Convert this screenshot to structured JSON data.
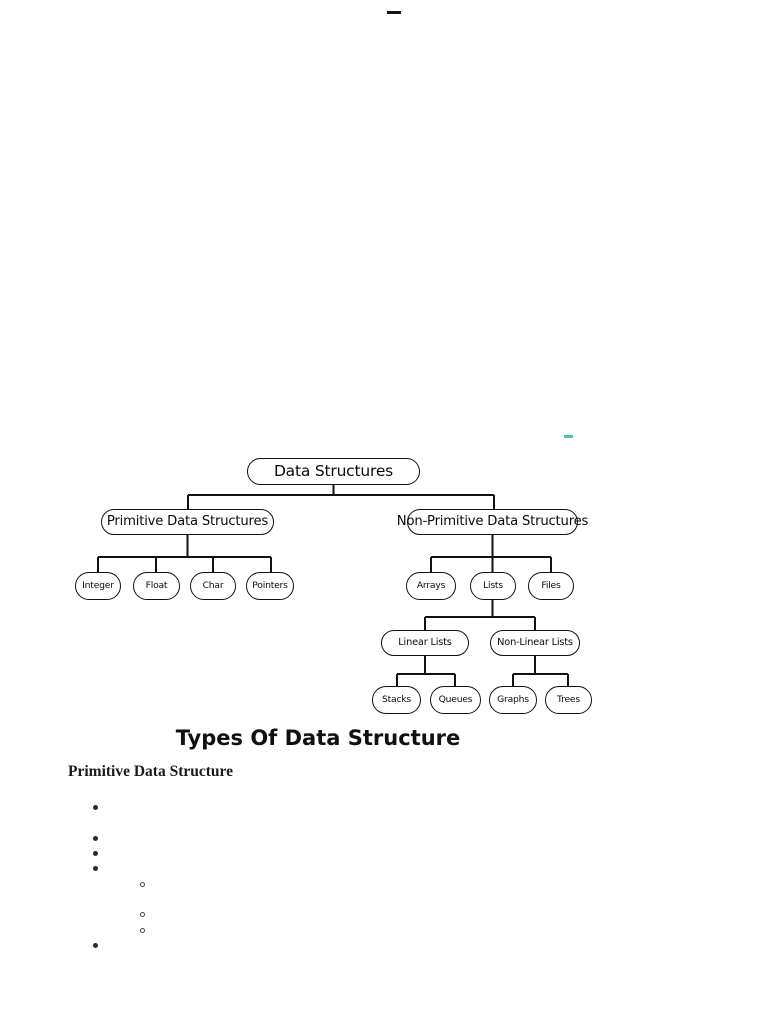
{
  "document": {
    "heading": "Types Of Data Structure",
    "subheading": "Primitive Data Structure",
    "top_mark": "horizontal-dash-mark",
    "green_mark_color": "#2ec08c"
  },
  "diagram": {
    "title": "Data Structures hierarchy chart",
    "line_color": "#111111",
    "node_fill": "#ffffff",
    "nodes": {
      "root": "Data Structures",
      "primitive": "Primitive Data Structures",
      "non_primitive": "Non-Primitive Data Structures",
      "integer": "Integer",
      "float": "Float",
      "char": "Char",
      "pointers": "Pointers",
      "arrays": "Arrays",
      "lists": "Lists",
      "files": "Files",
      "linear_lists": "Linear Lists",
      "non_linear_lists": "Non-Linear Lists",
      "stacks": "Stacks",
      "queues": "Queues",
      "graphs": "Graphs",
      "trees": "Trees"
    }
  },
  "bullet_list": {
    "items": [
      {
        "level": 1,
        "text": ""
      },
      {
        "level": 1,
        "text": ""
      },
      {
        "level": 1,
        "text": ""
      },
      {
        "level": 1,
        "text": ""
      },
      {
        "level": 2,
        "text": ""
      },
      {
        "level": 2,
        "text": ""
      },
      {
        "level": 2,
        "text": ""
      },
      {
        "level": 1,
        "text": ""
      }
    ]
  },
  "chart_data": {
    "type": "diagram",
    "title": "Types Of Data Structure",
    "root": "Data Structures",
    "tree": [
      {
        "name": "Primitive Data Structures",
        "children": [
          {
            "name": "Integer",
            "children": []
          },
          {
            "name": "Float",
            "children": []
          },
          {
            "name": "Char",
            "children": []
          },
          {
            "name": "Pointers",
            "children": []
          }
        ]
      },
      {
        "name": "Non-Primitive Data Structures",
        "children": [
          {
            "name": "Arrays",
            "children": []
          },
          {
            "name": "Lists",
            "children": [
              {
                "name": "Linear Lists",
                "children": [
                  {
                    "name": "Stacks",
                    "children": []
                  },
                  {
                    "name": "Queues",
                    "children": []
                  }
                ]
              },
              {
                "name": "Non-Linear Lists",
                "children": [
                  {
                    "name": "Graphs",
                    "children": []
                  },
                  {
                    "name": "Trees",
                    "children": []
                  }
                ]
              }
            ]
          },
          {
            "name": "Files",
            "children": []
          }
        ]
      }
    ]
  }
}
